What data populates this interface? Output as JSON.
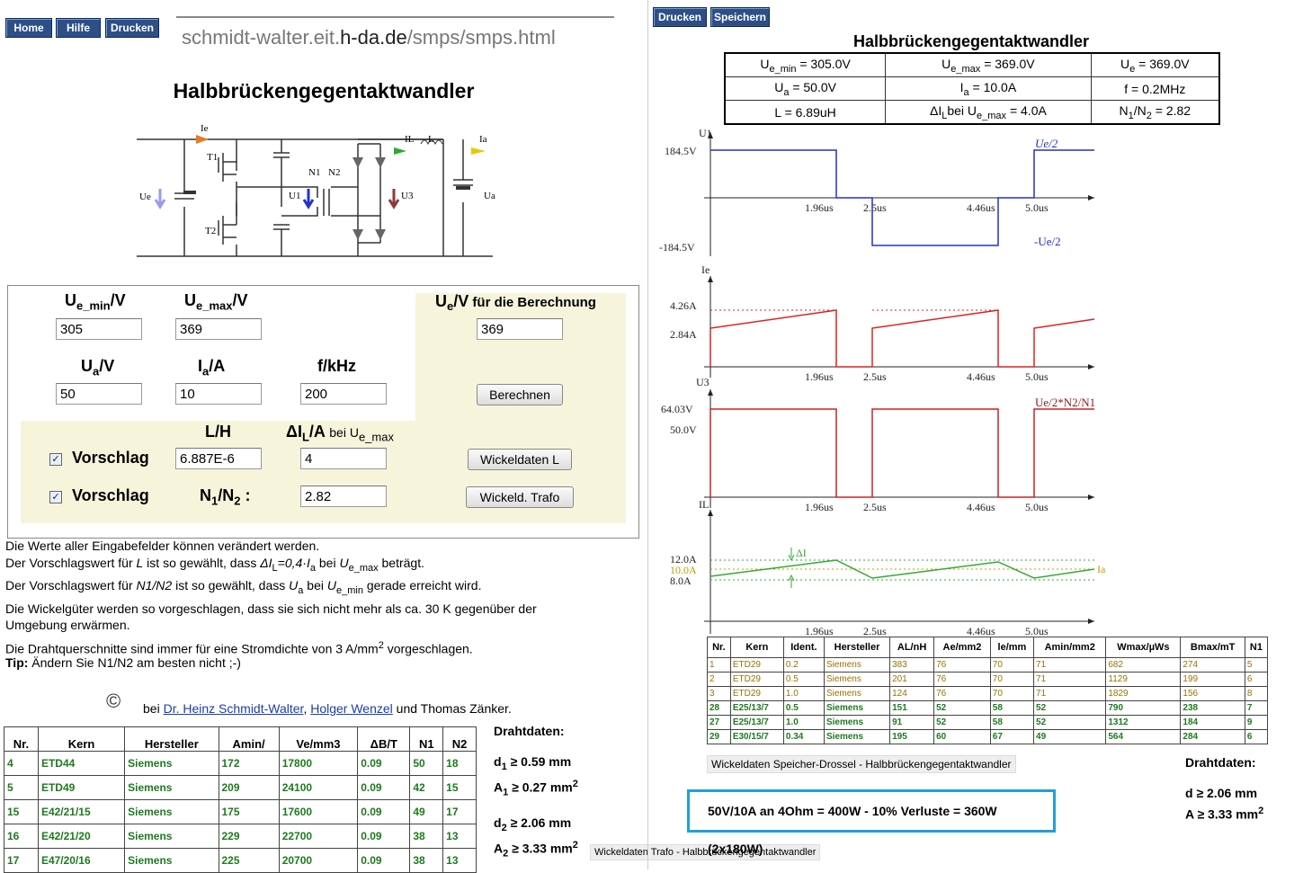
{
  "nav": {
    "home": "Home",
    "help": "Hilfe",
    "print": "Drucken",
    "print2": "Drucken",
    "save": "Speichern"
  },
  "url": {
    "host_a": "schmidt-walter.eit.",
    "host_b": "h-da.de",
    "path": "/smps/smps.html"
  },
  "title_left": "Halbbrückengegentaktwandler",
  "title_right": "Halbbrückengegentaktwandler",
  "circuit": {
    "ie": "Ie",
    "t1": "T1",
    "t2": "T2",
    "ue": "Ue",
    "n1": "N1",
    "n2": "N2",
    "u1": "U1",
    "u3": "U3",
    "il": "IL",
    "l": "L",
    "ia": "Ia",
    "ua": "Ua"
  },
  "form": {
    "ue_min_label": "U",
    "ue_min_sub": "e_min",
    "ue_min_unit": "/V",
    "ue_min_value": "305",
    "ue_max_label": "U",
    "ue_max_sub": "e_max",
    "ue_max_unit": "/V",
    "ue_max_value": "369",
    "ue_calc_label": "U",
    "ue_calc_sub": "e",
    "ue_calc_unit": "/V",
    "ue_calc_suffix": "für die Berechnung",
    "ue_calc_value": "369",
    "ua_label": "U",
    "ua_sub": "a",
    "ua_unit": "/V",
    "ua_value": "50",
    "ia_label": "I",
    "ia_sub": "a",
    "ia_unit": "/A",
    "ia_value": "10",
    "f_label": "f/kHz",
    "f_value": "200",
    "calc_button": "Berechnen",
    "lh_label": "L/H",
    "dil_label": "ΔI",
    "dil_sub": "L",
    "dil_unit": "/A",
    "dil_bei": "bei U",
    "dil_bei_sub": "e_max",
    "vorschlag1": "Vorschlag",
    "lh_value": "6.887E-6",
    "dil_value": "4",
    "wickel_l_button": "Wickeldaten L",
    "vorschlag2": "Vorschlag",
    "n_label": "N",
    "n_sub1": "1",
    "n_slash": "/N",
    "n_sub2": "2",
    "n_colon": " :",
    "n_value": "2.82",
    "wickel_trafo_button": "Wickeld. Trafo",
    "check1": "✓",
    "check2": "✓"
  },
  "notes": {
    "l1": "Die Werte aller Eingabefelder können verändert werden.",
    "l2a": "Der Vorschlagswert für ",
    "l2b": "L",
    "l2c": " ist so gewählt, dass ",
    "l2d": "ΔI",
    "l2e": "L",
    "l2f": "=0,4·I",
    "l2g": "a",
    "l2h": " bei ",
    "l2i": "U",
    "l2j": "e_max",
    "l2k": " beträgt.",
    "l3a": "Der Vorschlagswert für ",
    "l3b": "N1/N2",
    "l3c": " ist so gewählt, dass ",
    "l3d": "U",
    "l3e": "a",
    "l3f": " bei ",
    "l3g": "U",
    "l3h": "e_min",
    "l3i": " gerade erreicht wird.",
    "l4": "Die Wickelgüter werden so vorgeschlagen, dass sie sich nicht mehr als ca. 30 K gegenüber der Umgebung erwärmen.",
    "l5a": "Die Drahtquerschnitte sind immer für eine Stromdichte von 3 A/mm",
    "l5b": "2",
    "l5c": " vorgeschlagen.",
    "tip_label": "Tip:",
    "tip_text": " Ändern Sie N1/N2 am besten nicht ;-)"
  },
  "credits": {
    "copy": "©",
    "bei": "bei ",
    "a1": "Dr. Heinz Schmidt-Walter",
    "comma": ", ",
    "a2": "Holger Wenzel",
    "rest": " und Thomas Zänker."
  },
  "trafo_table": {
    "headers": [
      "Nr.",
      "Kern",
      "Hersteller",
      "Amin/",
      "Ve/mm3",
      "ΔB/T",
      "N1",
      "N2"
    ],
    "rows": [
      [
        "4",
        "ETD44",
        "Siemens",
        "172",
        "17800",
        "0.09",
        "50",
        "18"
      ],
      [
        "5",
        "ETD49",
        "Siemens",
        "209",
        "24100",
        "0.09",
        "42",
        "15"
      ],
      [
        "15",
        "E42/21/15",
        "Siemens",
        "175",
        "17600",
        "0.09",
        "49",
        "17"
      ],
      [
        "16",
        "E42/21/20",
        "Siemens",
        "229",
        "22700",
        "0.09",
        "38",
        "13"
      ],
      [
        "17",
        "E47/20/16",
        "Siemens",
        "225",
        "20700",
        "0.09",
        "38",
        "13"
      ]
    ]
  },
  "draht_left": {
    "title": "Drahtdaten:",
    "d1": "d",
    "d1s": "1",
    "d1v": " ≥ 0.59  mm",
    "a1": "A",
    "a1s": "1",
    "a1v": " ≥ 0.27  mm",
    "a1e": "2",
    "d2": "d",
    "d2s": "2",
    "d2v": " ≥ 2.06  mm",
    "a2": "A",
    "a2s": "2",
    "a2v": " ≥ 3.33  mm",
    "a2e": "2"
  },
  "caption_trafo": "Wickeldaten Trafo - Halbbrückengegentaktwandler",
  "results": {
    "r1c1": "U",
    "r1c1s": "e_min",
    "r1c1v": " = 305.0V",
    "r1c2": "U",
    "r1c2s": "e_max",
    "r1c2v": " = 369.0V",
    "r1c3": "U",
    "r1c3s": "e",
    "r1c3v": " = 369.0V",
    "r2c1": "U",
    "r2c1s": "a",
    "r2c1v": " = 50.0V",
    "r2c2": "I",
    "r2c2s": "a",
    "r2c2v": " = 10.0A",
    "r2c3": "f = 0.2MHz",
    "r3c1": "L = 6.89uH",
    "r3c2": "ΔI",
    "r3c2s": "L",
    "r3c2b": "bei U",
    "r3c2s2": "e_max",
    "r3c2v": " = 4.0A",
    "r3c3": "N",
    "r3c3s": "1",
    "r3c3m": "/N",
    "r3c3s2": "2",
    "r3c3v": " = 2.82"
  },
  "waveforms": {
    "u1_axis": "U1",
    "u1_top": "184.5V",
    "u1_bot": "-184.5V",
    "u1_pos": "Ue/2",
    "u1_neg": "-Ue/2",
    "ie_axis": "Ie",
    "ie_top": "4.26A",
    "ie_bot": "2.84A",
    "u3_axis": "U3",
    "u3_top": "64.03V",
    "u3_mid": "50.0V",
    "u3_lbl": "Ue/2*N2/N1",
    "il_axis": "IL",
    "il_top": "12.0A",
    "il_mid": "10.0A",
    "il_bot": "8.0A",
    "il_ia": "Ia",
    "il_dil": "ΔI",
    "t1": "1.96us",
    "t2": "2.5us",
    "t3": "4.46us",
    "t4": "5.0us",
    "color_u1": "#2233bb",
    "color_ie": "#dd2222",
    "color_u3": "#cc2222",
    "color_u3_label": "#8b1a1a",
    "color_il": "#33aa33",
    "color_ia": "#b8a000"
  },
  "drossel_table": {
    "headers": [
      "Nr.",
      "Kern",
      "Ident.",
      "Hersteller",
      "AL/nH",
      "Ae/mm2",
      "le/mm",
      "Amin/mm2",
      "Wmax/µWs",
      "Bmax/mT",
      "N1"
    ],
    "rows_brown": [
      [
        "1",
        "ETD29",
        "0.2",
        "Siemens",
        "383",
        "76",
        "70",
        "71",
        "682",
        "274",
        "5"
      ],
      [
        "2",
        "ETD29",
        "0.5",
        "Siemens",
        "201",
        "76",
        "70",
        "71",
        "1129",
        "199",
        "6"
      ],
      [
        "3",
        "ETD29",
        "1.0",
        "Siemens",
        "124",
        "76",
        "70",
        "71",
        "1829",
        "156",
        "8"
      ]
    ],
    "rows_green": [
      [
        "28",
        "E25/13/7",
        "0.5",
        "Siemens",
        "151",
        "52",
        "58",
        "52",
        "790",
        "238",
        "7"
      ],
      [
        "27",
        "E25/13/7",
        "1.0",
        "Siemens",
        "91",
        "52",
        "58",
        "52",
        "1312",
        "184",
        "9"
      ],
      [
        "29",
        "E30/15/7",
        "0.34",
        "Siemens",
        "195",
        "60",
        "67",
        "49",
        "564",
        "284",
        "6"
      ]
    ]
  },
  "caption_drossel": "Wickeldaten Speicher-Drossel - Halbbrückengegentaktwandler",
  "draht_right": {
    "title": "Drahtdaten:",
    "d": "d ≥ 2.06  mm",
    "a": "A ≥ 3.33  mm",
    "ae": "2"
  },
  "power_note": "50V/10A an 4Ohm = 400W - 10% Verluste = 360W (2x180W)"
}
